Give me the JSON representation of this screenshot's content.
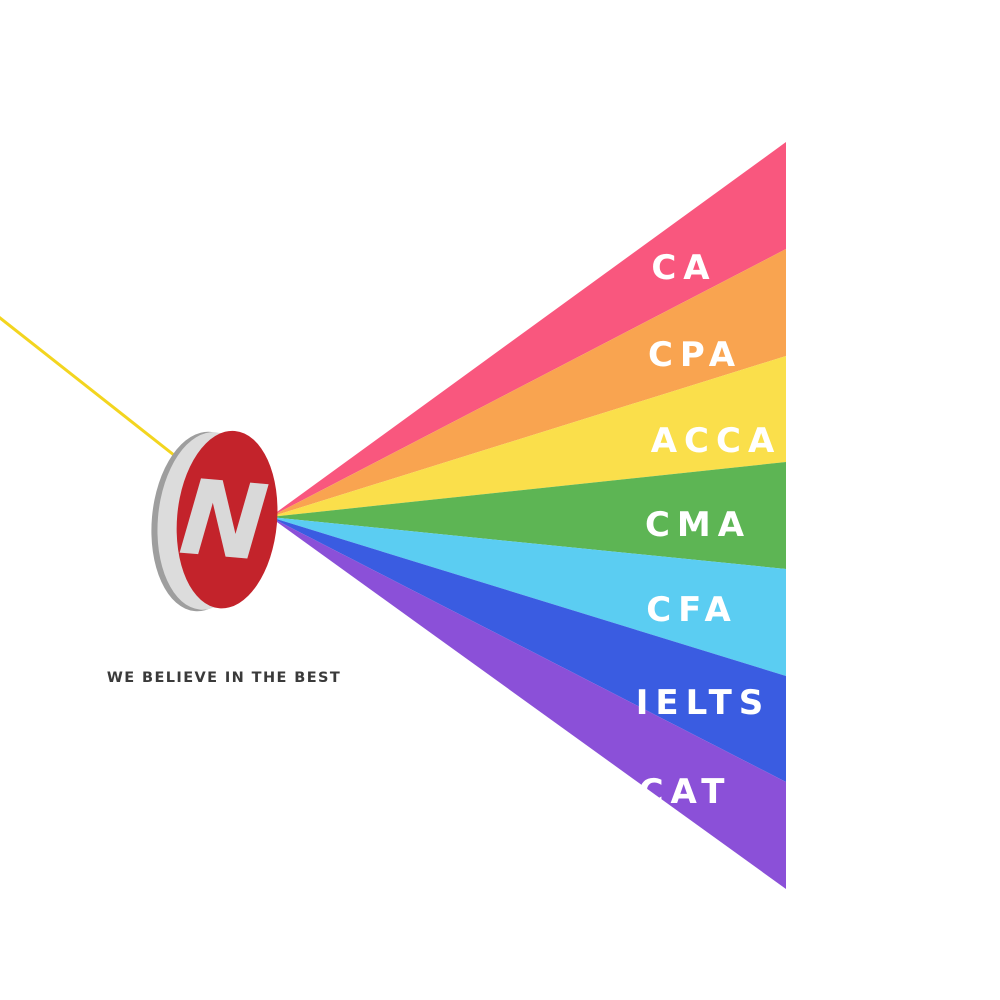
{
  "canvas": {
    "background_color": "#ffffff"
  },
  "ray": {
    "color": "#f3d51f"
  },
  "logo": {
    "letter": "N",
    "disc_face_color": "#c3232b",
    "disc_rim_color": "#dcdcdc",
    "disc_back_color": "#9e9e9e",
    "letter_color": "#d9d9d9",
    "tagline": "WE BELIEVE IN THE BEST",
    "tagline_color": "#3a3a3a"
  },
  "spectrum": {
    "label_color": "#ffffff",
    "bands": [
      {
        "label": "CA",
        "color": "#f9577e"
      },
      {
        "label": "CPA",
        "color": "#f9a450"
      },
      {
        "label": "ACCA",
        "color": "#fadf4b"
      },
      {
        "label": "CMA",
        "color": "#5db554"
      },
      {
        "label": "CFA",
        "color": "#5bcdf2"
      },
      {
        "label": "IELTS",
        "color": "#3a5ce1"
      },
      {
        "label": "CAT",
        "color": "#8b50d8"
      }
    ]
  }
}
